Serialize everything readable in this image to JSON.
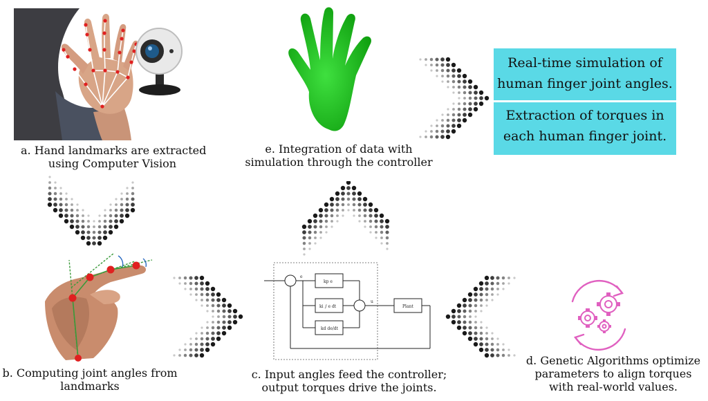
{
  "captions": {
    "a": [
      "a. Hand landmarks are extracted",
      "using Computer Vision"
    ],
    "b": [
      "b. Computing joint angles from",
      "landmarks"
    ],
    "c": [
      "c. Input angles feed the controller;",
      "output torques drive the joints."
    ],
    "d": [
      "d. Genetic Algorithms optimize",
      "parameters to align torques",
      "with real-world values."
    ],
    "e": [
      "e. Integration of data with",
      "simulation through the controller"
    ]
  },
  "result_box": {
    "line1": [
      "Real-time simulation of",
      "human finger joint angles."
    ],
    "line2": [
      "Extraction of torques in",
      "each human finger joint."
    ],
    "color": "#5ad9e6"
  },
  "controller": {
    "p_term": "kp e",
    "i_term": "ki ∫ e dt",
    "d_term": "kd de/dt",
    "plant": "Plant",
    "error_label": "e",
    "output_label": "u"
  },
  "colors": {
    "arrow_dark": "#1a1a1a",
    "simulation_hand": "#1fc51f",
    "landmark_red": "#e02020",
    "gear_pink": "#e060c0"
  }
}
